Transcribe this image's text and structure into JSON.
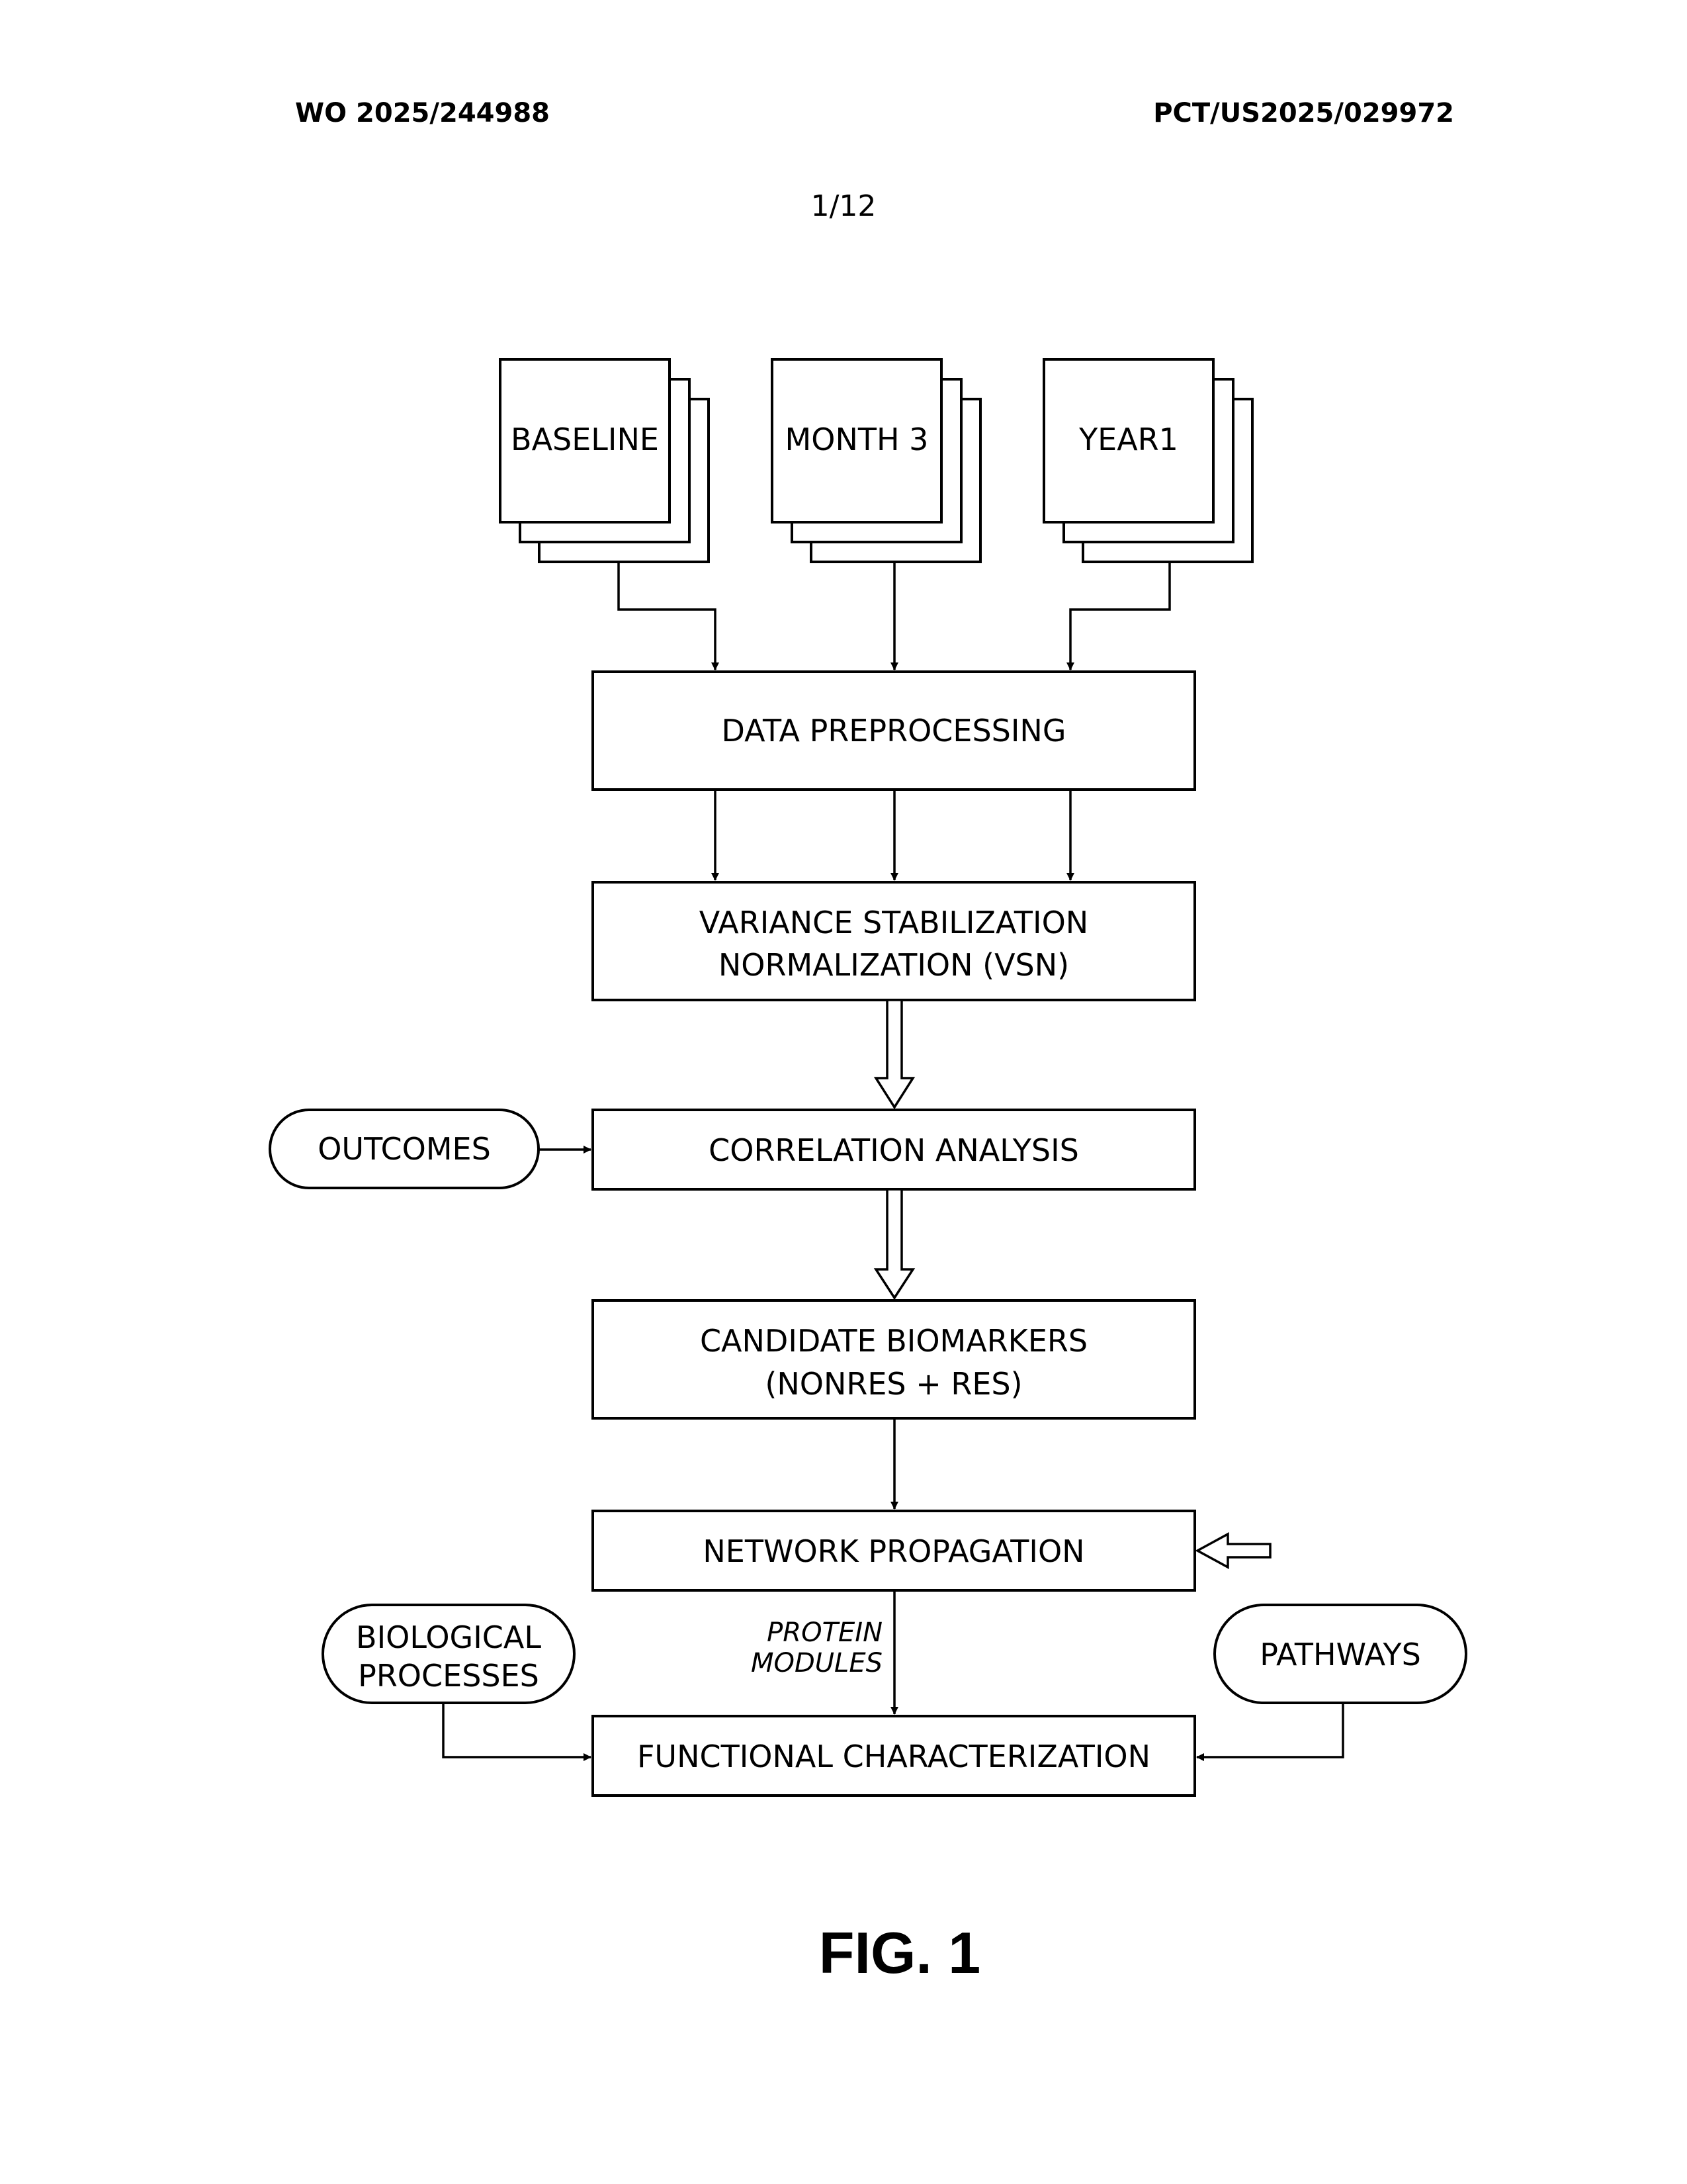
{
  "header": {
    "publication_number": "WO 2025/244988",
    "application_number": "PCT/US2025/029972",
    "sheet": "1/12"
  },
  "diagram": {
    "inputs": {
      "baseline": "BASELINE",
      "month3": "MONTH 3",
      "year1": "YEAR1"
    },
    "steps": {
      "preprocessing": "DATA PREPROCESSING",
      "vsn_line1": "VARIANCE STABILIZATION",
      "vsn_line2": "NORMALIZATION (VSN)",
      "correlation": "CORRELATION ANALYSIS",
      "candidates_line1": "CANDIDATE BIOMARKERS",
      "candidates_line2": "(NONRES + RES)",
      "propagation": "NETWORK PROPAGATION",
      "functional": "FUNCTIONAL CHARACTERIZATION"
    },
    "side_inputs": {
      "outcomes": "OUTCOMES",
      "bio_line1": "BIOLOGICAL",
      "bio_line2": "PROCESSES",
      "pathways": "PATHWAYS"
    },
    "edge_labels": {
      "protein": "PROTEIN",
      "modules": "MODULES"
    }
  },
  "figure_label": "FIG. 1"
}
